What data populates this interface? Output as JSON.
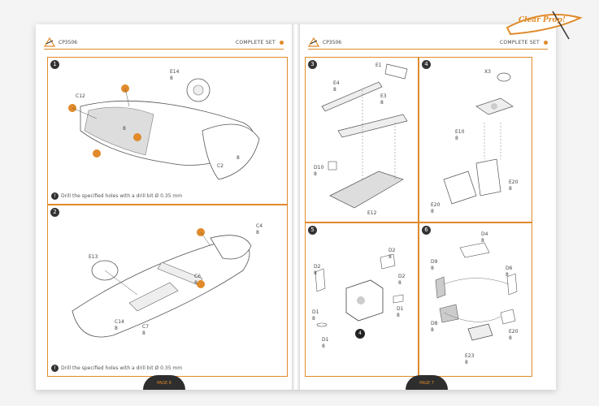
{
  "brand": {
    "name": "Clear Prop!"
  },
  "colors": {
    "accent": "#e08a2a",
    "dark": "#2e2e2e"
  },
  "left_page": {
    "header": {
      "code": "CP3506",
      "set": "COMPLETE SET"
    },
    "footer": {
      "page": "PAGE 6"
    },
    "step1": {
      "number": "1",
      "labels": [
        "E14",
        "8",
        "C12",
        "8",
        "8",
        "C2"
      ],
      "note": "Drill the specified holes with a drill bit Ø 0.35 mm"
    },
    "step2": {
      "number": "2",
      "labels": [
        "E13",
        "C4",
        "8",
        "C6",
        "8",
        "C14",
        "8",
        "C7",
        "8"
      ],
      "note": "Drill the specified holes with a drill bit Ø 0.35 mm"
    }
  },
  "right_page": {
    "header": {
      "code": "CP3506",
      "set": "COMPLETE SET"
    },
    "footer": {
      "page": "PAGE 7"
    },
    "step3": {
      "number": "3",
      "labels": [
        "E1",
        "E4",
        "8",
        "E3",
        "8",
        "D10",
        "8",
        "E12"
      ]
    },
    "step4": {
      "number": "4",
      "labels": [
        "X3",
        "E10",
        "8",
        "E20",
        "8",
        "E20",
        "8"
      ]
    },
    "step5": {
      "number": "5",
      "badge": "4",
      "labels": [
        "D2",
        "8",
        "D2",
        "8",
        "D2",
        "8",
        "D1",
        "8",
        "D1",
        "8",
        "D1",
        "8"
      ]
    },
    "step6": {
      "number": "6",
      "labels": [
        "D4",
        "8",
        "D9",
        "8",
        "D6",
        "8",
        "D8",
        "8",
        "E20",
        "8",
        "E23",
        "8"
      ]
    }
  }
}
